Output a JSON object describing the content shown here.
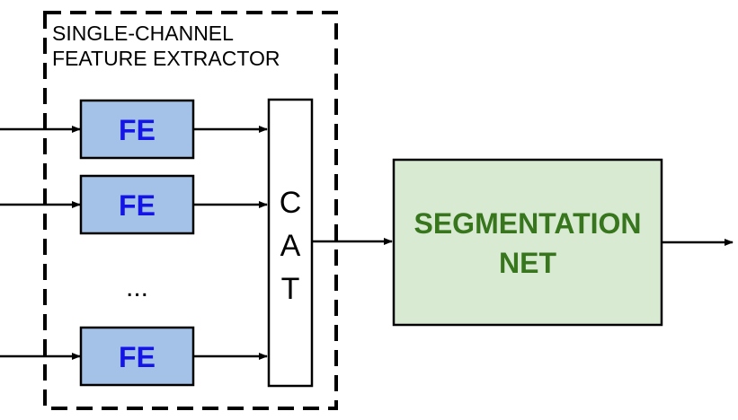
{
  "container": {
    "title_line1": "SINGLE-CHANNEL",
    "title_line2": "FEATURE EXTRACTOR"
  },
  "fe_blocks": [
    {
      "label": "FE"
    },
    {
      "label": "FE"
    },
    {
      "label": "FE"
    }
  ],
  "ellipsis": "...",
  "concat": {
    "letters": [
      "C",
      "A",
      "T"
    ]
  },
  "segmentation": {
    "line1": "SEGMENTATION",
    "line2": "NET"
  },
  "colors": {
    "fe_fill": "#a4c2e8",
    "fe_text": "#1414e6",
    "seg_fill": "#d9ead3",
    "seg_text": "#38761d",
    "stroke": "#000000"
  }
}
